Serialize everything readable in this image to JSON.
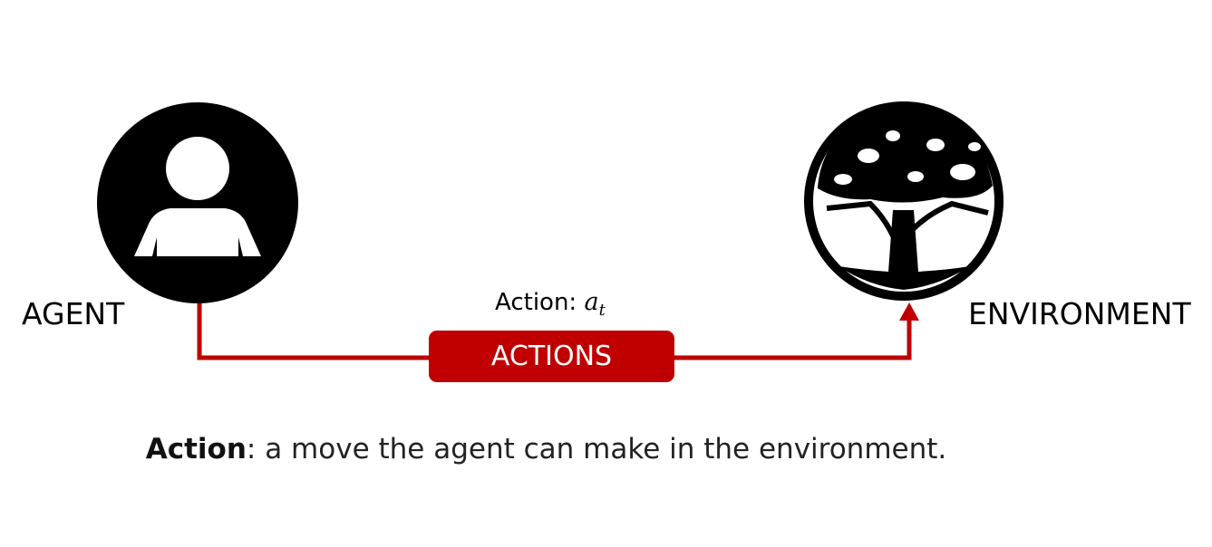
{
  "nodes": {
    "agent": {
      "label": "AGENT",
      "icon": "person-icon"
    },
    "environment": {
      "label": "ENVIRONMENT",
      "icon": "tree-icon"
    }
  },
  "edge": {
    "math_prefix": "Action: ",
    "math_var": "a",
    "math_sub": "t",
    "box_label": "ACTIONS"
  },
  "caption": {
    "term": "Action",
    "definition": ": a move the agent can make in the environment."
  },
  "colors": {
    "accent": "#c00000",
    "icon_fill": "#000000",
    "background": "#ffffff"
  }
}
